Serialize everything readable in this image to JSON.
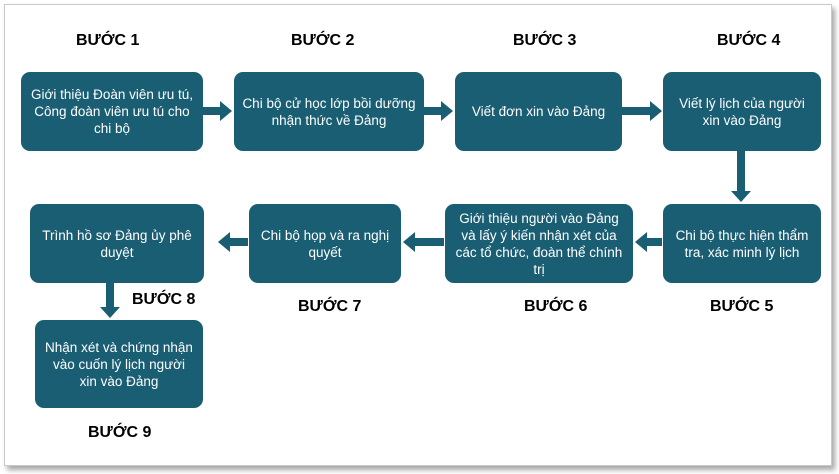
{
  "colors": {
    "box": "#1a5e74",
    "arrow": "#1a5e74",
    "text": "#ffffff",
    "label": "#000000"
  },
  "steps": [
    {
      "label": "BƯỚC 1",
      "text": "Giới thiệu Đoàn viên ưu tú, Công đoàn viên ưu tú cho chi bộ"
    },
    {
      "label": "BƯỚC 2",
      "text": "Chi bộ cử học lớp bồi dưỡng nhận thức về Đảng"
    },
    {
      "label": "BƯỚC 3",
      "text": "Viết đơn xin vào Đảng"
    },
    {
      "label": "BƯỚC 4",
      "text": "Viết lý lịch của người xin vào Đảng"
    },
    {
      "label": "BƯỚC 5",
      "text": "Chi bộ thực hiện thẩm tra, xác minh lý lịch"
    },
    {
      "label": "BƯỚC 6",
      "text": "Giới thiệu người vào Đảng và lấy ý kiến nhận xét của các tổ chức, đoàn thể chính trị"
    },
    {
      "label": "BƯỚC 7",
      "text": "Chi bộ họp và ra nghị quyết"
    },
    {
      "label": "BƯỚC 8",
      "text": "Trình hồ sơ Đảng ủy phê duyệt"
    },
    {
      "label": "BƯỚC 9",
      "text": "Nhận xét và chứng nhận vào cuốn lý lịch người xin vào Đảng"
    }
  ]
}
